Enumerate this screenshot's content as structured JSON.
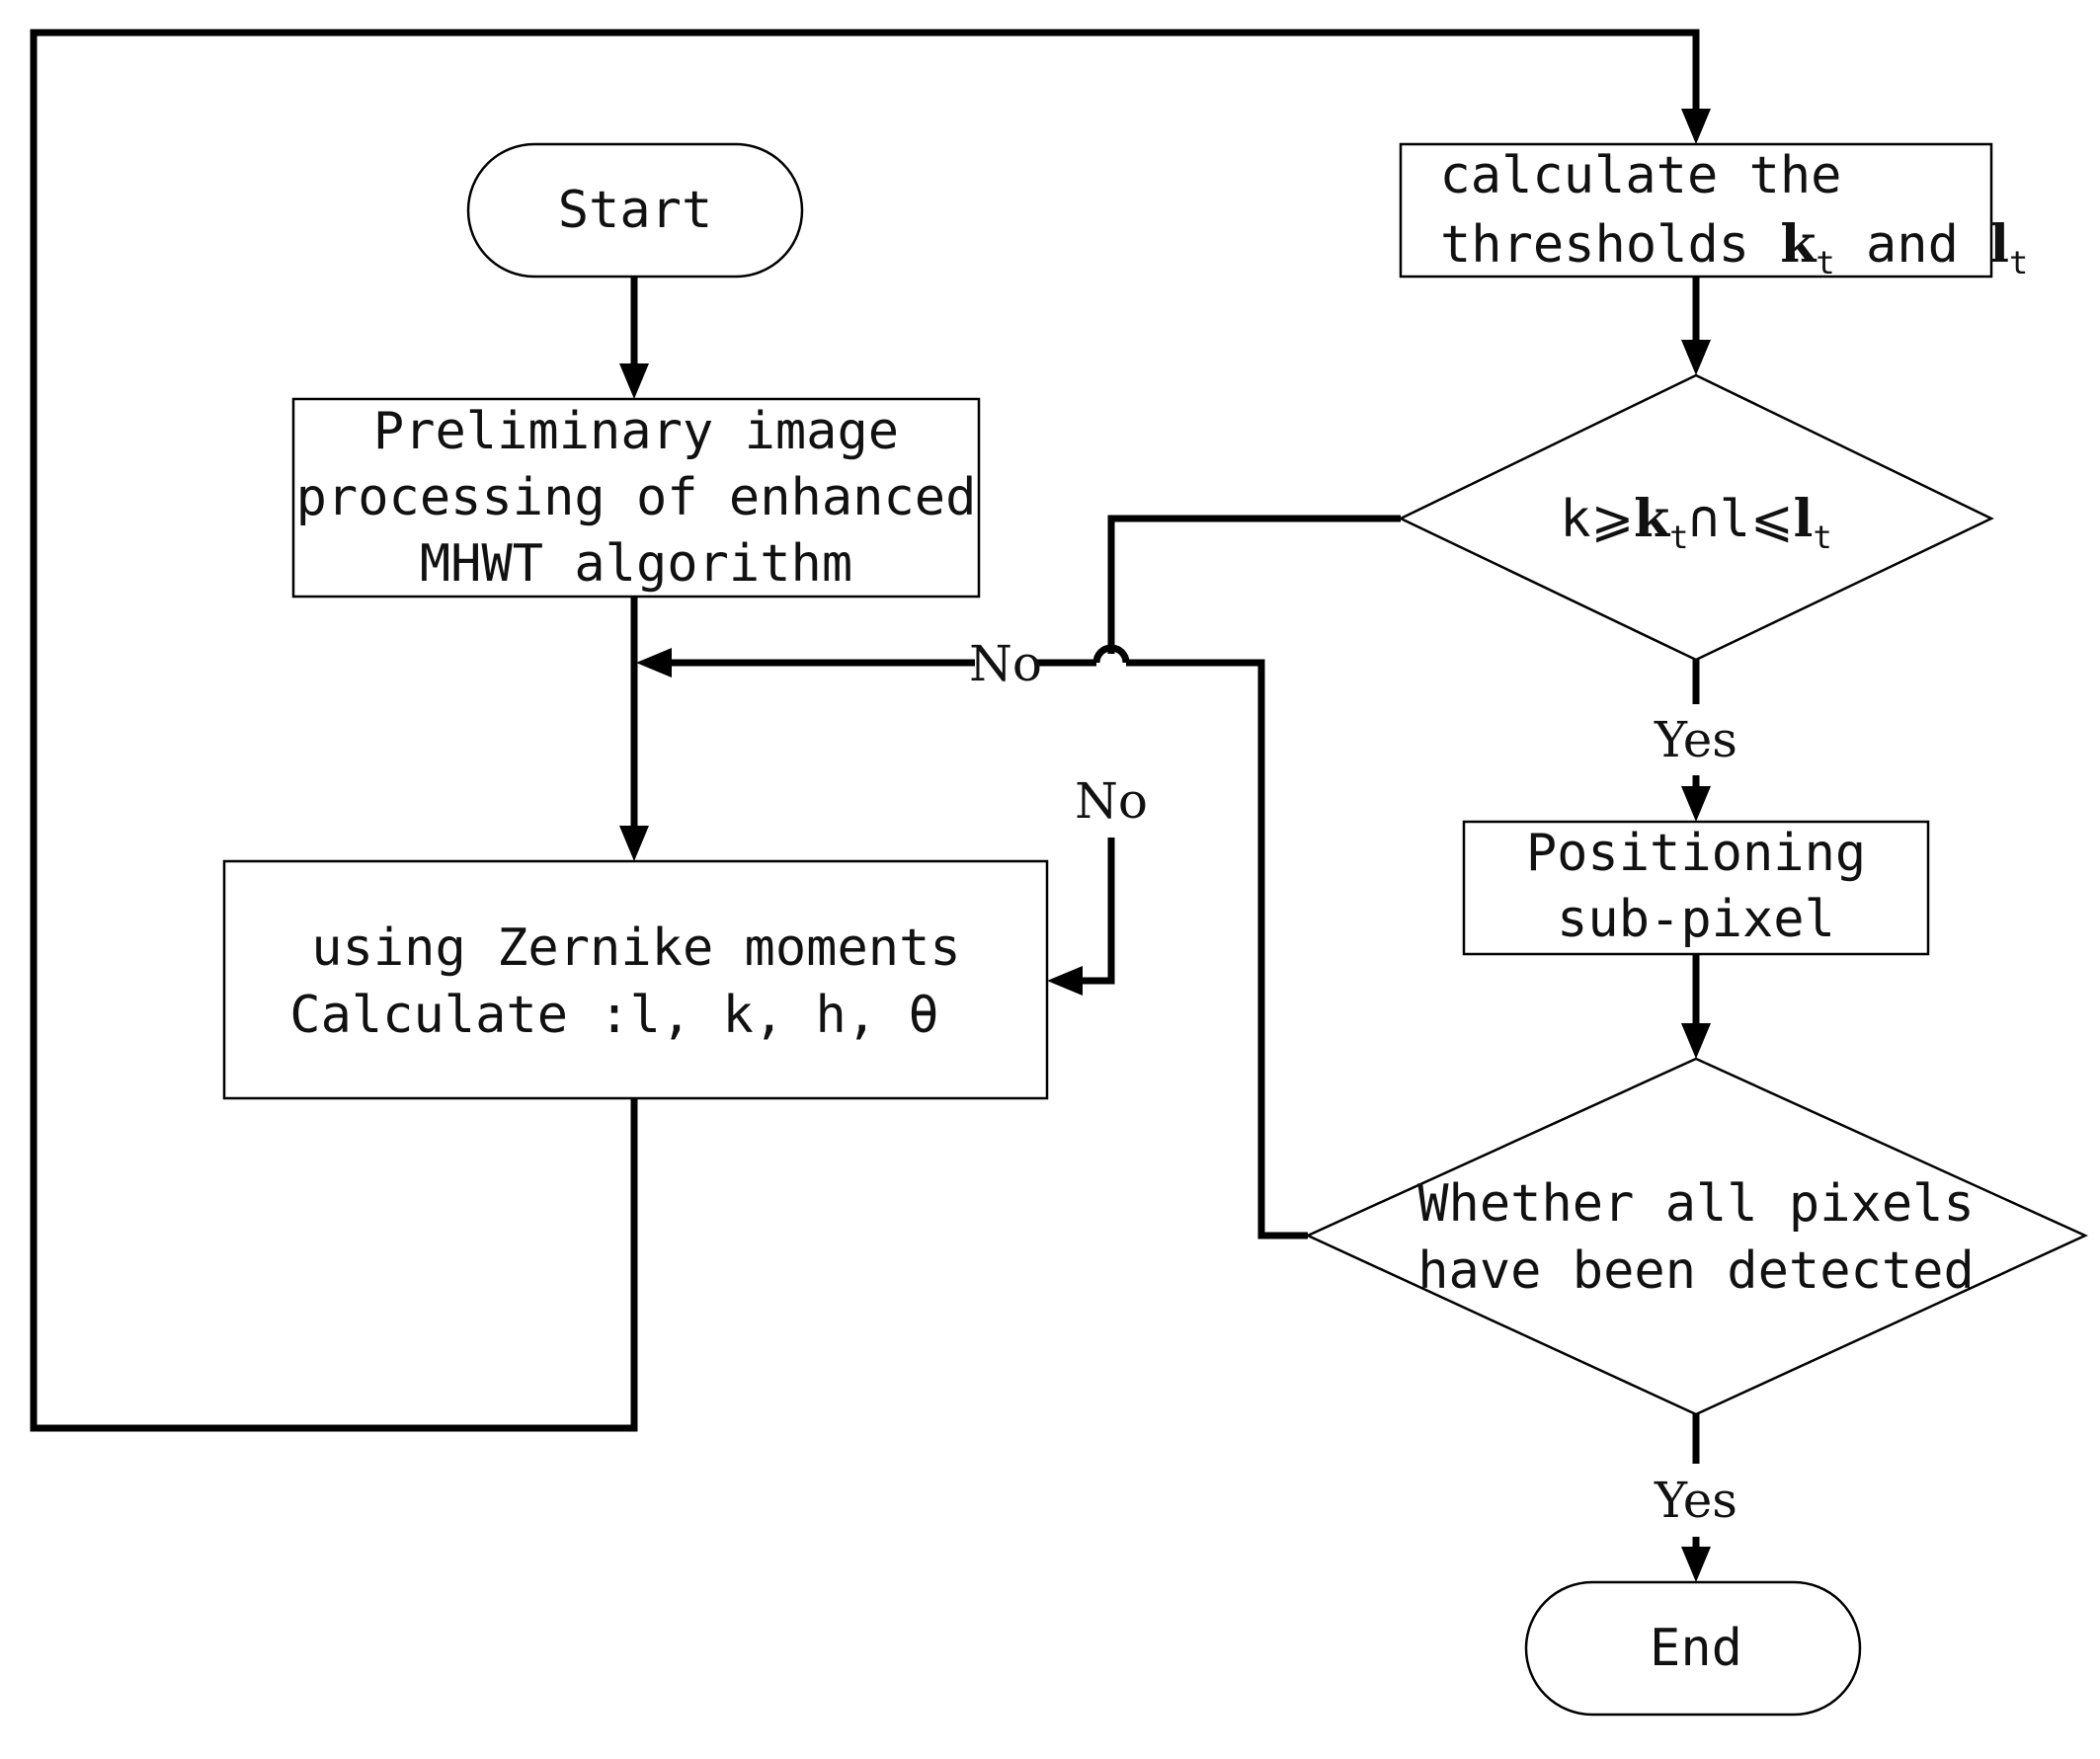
{
  "nodes": {
    "start": {
      "label": "Start"
    },
    "preprocess": {
      "lines": [
        "Preliminary image",
        "processing of enhanced",
        "MHWT algorithm"
      ]
    },
    "zernike": {
      "line1": "using Zernike moments",
      "line2": "Calculate :l, k, h,  θ"
    },
    "thresholds": {
      "line1": "calculate the",
      "line2_prefix": "thresholds ",
      "k": "k",
      "kt_sub": "t",
      "and": " and ",
      "l": "l",
      "lt_sub": "t"
    },
    "condition": {
      "k": "k",
      "geq": "⩾",
      "kt": "k",
      "kt_sub": "t",
      "cap": "∩",
      "l": "l",
      "leq": "⩽",
      "lt": "l",
      "lt_sub": "t"
    },
    "positioning": {
      "lines": [
        "Positioning",
        "sub-pixel"
      ]
    },
    "all_pixels": {
      "lines": [
        "Whether all pixels",
        "have been detected"
      ]
    },
    "end": {
      "label": "End"
    }
  },
  "edge_labels": {
    "no_condition": "No",
    "no_all_pixels": "No",
    "yes_condition": "Yes",
    "yes_all_pixels": "Yes"
  }
}
